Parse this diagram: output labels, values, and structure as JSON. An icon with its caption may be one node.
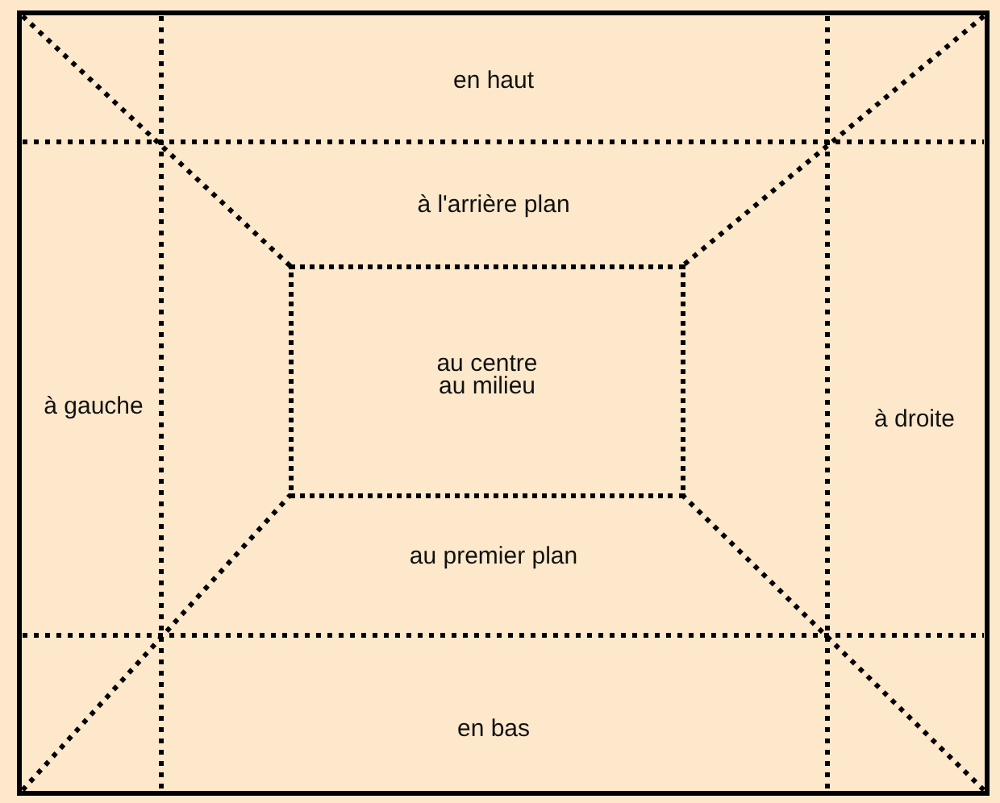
{
  "diagram": {
    "nodes": [
      {
        "text": [
          "au centre",
          "au milieu"
        ]
      }
    ],
    "labels": [
      "en haut",
      "à l'arrière plan",
      "à gauche",
      "à droite",
      "au premier plan",
      "en bas"
    ]
  }
}
